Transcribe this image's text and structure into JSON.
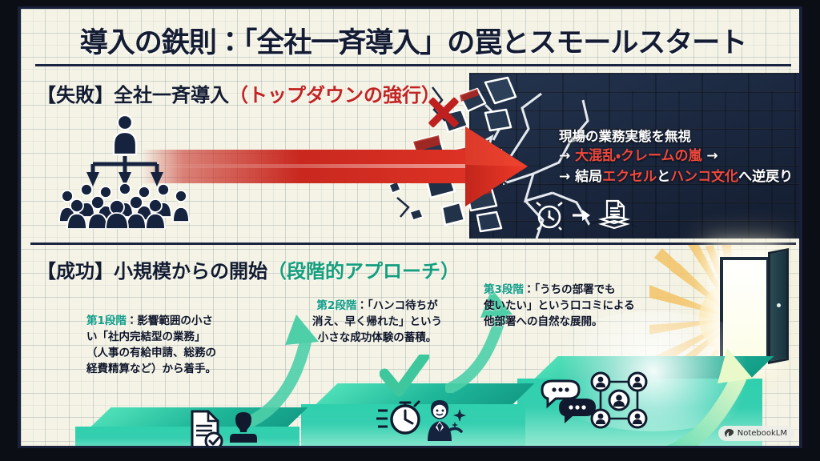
{
  "title": "導入の鉄則：「全社一斉導入」の罠とスモールスタート",
  "failure": {
    "heading_main": "【失敗】全社一斉導入",
    "heading_accent": "（トップダウンの強行）",
    "wall_lines": [
      {
        "plain_before": "現場の業務実態を無視",
        "accent": "",
        "plain_after": ""
      },
      {
        "plain_before": "→ ",
        "accent": "大混乱・クレームの嵐",
        "plain_after": " →"
      },
      {
        "plain_before": "→ 結局",
        "accent": "エクセル",
        "plain_after": "と",
        "accent2": "ハンコ文化",
        "plain_after2": "へ逆戻り"
      }
    ],
    "icons": [
      "alarm-clock-icon",
      "arrow-right-icon",
      "paper-stack-icon",
      "org-chart-people-icon",
      "red-arrow-icon",
      "broken-wall-icon",
      "red-x-icon"
    ]
  },
  "success": {
    "heading_main": "【成功】小規模からの開始",
    "heading_accent": "（段階的アプローチ）",
    "steps": [
      {
        "tag": "第1段階",
        "lines": [
          "第1段階：影響範囲の小さ",
          "い「社内完結型の業務」",
          "（人事の有給申請、総務の",
          "経費精算など）から着手。"
        ],
        "icons": [
          "document-check-icon",
          "stamp-icon"
        ]
      },
      {
        "tag": "第2段階",
        "lines": [
          "第2段階：「ハンコ待ちが",
          "消え、早く帰れた」という",
          "小さな成功体験の蓄積。"
        ],
        "icons": [
          "stopwatch-icon",
          "happy-businessperson-icon"
        ]
      },
      {
        "tag": "第3段階",
        "lines": [
          "第3段階：「うちの部署でも",
          "使いたい」という口コミによる",
          "他部署への自然な展開。"
        ],
        "icons": [
          "speech-bubbles-icon",
          "people-network-icon"
        ]
      }
    ],
    "icons": [
      "green-check-icon",
      "rising-arrow-icon",
      "open-door-icon",
      "sunburst-icon"
    ]
  },
  "watermark": {
    "label": "NotebookLM",
    "icon": "notebooklm-icon"
  },
  "colors": {
    "ink": "#131b30",
    "red": "#c22323",
    "wall_red": "#f0483c",
    "green": "#139c86",
    "paper": "#f4f3e6",
    "wall": "#1b2840"
  }
}
